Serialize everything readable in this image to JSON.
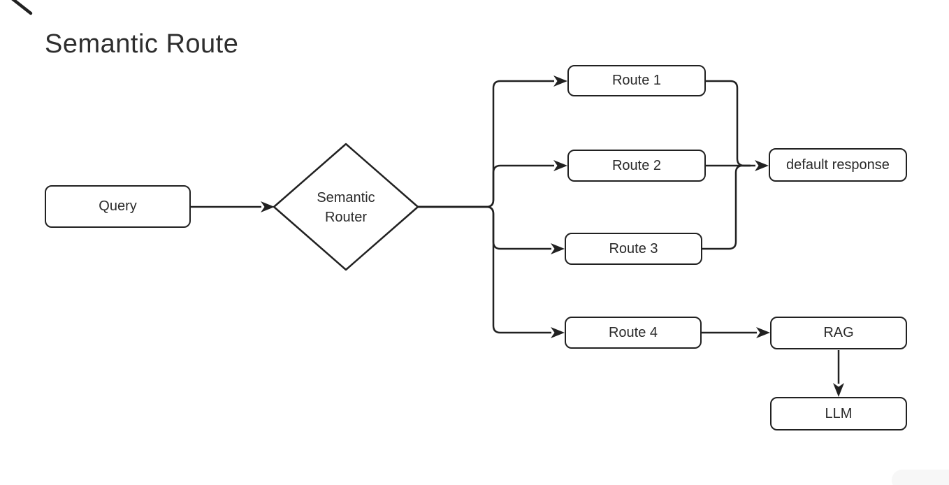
{
  "title": "Semantic Route",
  "diagram": {
    "nodes": {
      "query": {
        "label": "Query",
        "shape": "rounded-rect"
      },
      "semantic_router": {
        "line1": "Semantic",
        "line2": "Router",
        "shape": "diamond"
      },
      "route1": {
        "label": "Route 1",
        "shape": "rounded-rect"
      },
      "route2": {
        "label": "Route 2",
        "shape": "rounded-rect"
      },
      "route3": {
        "label": "Route 3",
        "shape": "rounded-rect"
      },
      "route4": {
        "label": "Route 4",
        "shape": "rounded-rect"
      },
      "default_response": {
        "label": "default response",
        "shape": "rounded-rect"
      },
      "rag": {
        "label": "RAG",
        "shape": "rounded-rect"
      },
      "llm": {
        "label": "LLM",
        "shape": "rounded-rect"
      }
    },
    "edges": [
      {
        "from": "Query",
        "to": "Semantic Router"
      },
      {
        "from": "Semantic Router",
        "to": "Route 1"
      },
      {
        "from": "Semantic Router",
        "to": "Route 2"
      },
      {
        "from": "Semantic Router",
        "to": "Route 3"
      },
      {
        "from": "Semantic Router",
        "to": "Route 4"
      },
      {
        "from": "Route 1",
        "to": "default response"
      },
      {
        "from": "Route 2",
        "to": "default response"
      },
      {
        "from": "Route 3",
        "to": "default response"
      },
      {
        "from": "Route 4",
        "to": "RAG"
      },
      {
        "from": "RAG",
        "to": "LLM"
      }
    ],
    "colors": {
      "stroke": "#212121",
      "text": "#2e2e2e",
      "background": "#ffffff"
    }
  }
}
